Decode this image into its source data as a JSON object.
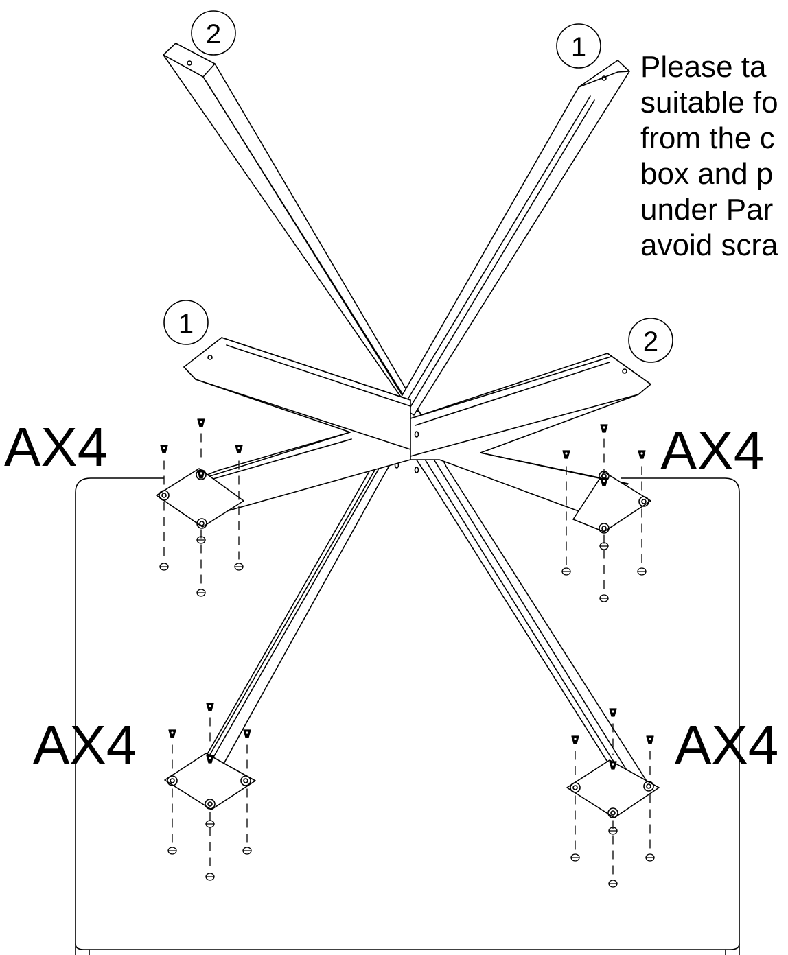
{
  "instruction_lines": [
    "Please ta",
    "suitable fo",
    "from the c",
    "box and p",
    "under Par",
    "avoid scra"
  ],
  "part_labels": {
    "top_left": "2",
    "top_right": "1",
    "mid_left": "1",
    "mid_right": "2"
  },
  "hardware_labels": {
    "top_left": "AX4",
    "top_right": "AX4",
    "bottom_left": "AX4",
    "bottom_right": "AX4"
  },
  "colors": {
    "line": "#000000",
    "background": "#ffffff"
  }
}
